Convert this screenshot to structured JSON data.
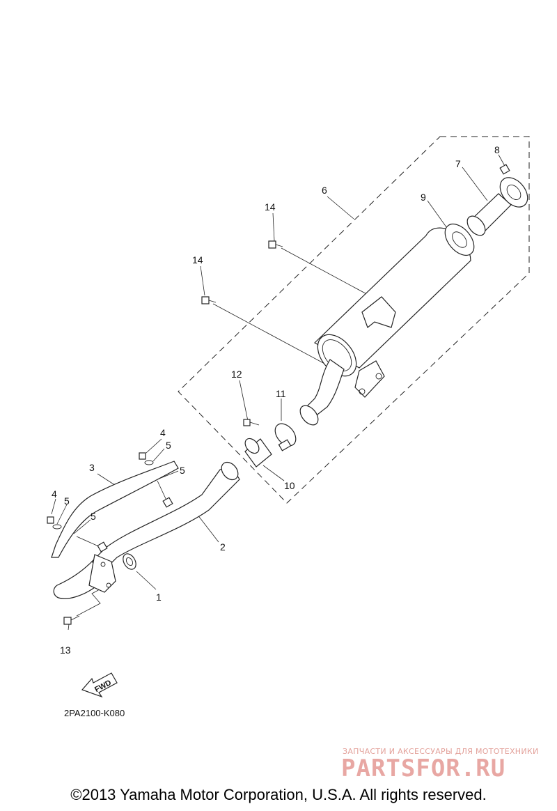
{
  "diagram": {
    "part_numbers": {
      "p1": "1",
      "p2": "2",
      "p3": "3",
      "p4a": "4",
      "p4b": "4",
      "p5a": "5",
      "p5b": "5",
      "p5c": "5",
      "p5d": "5",
      "p6": "6",
      "p7": "7",
      "p8": "8",
      "p9": "9",
      "p10": "10",
      "p11": "11",
      "p12": "12",
      "p13": "13",
      "p14a": "14",
      "p14b": "14"
    },
    "fwd_label": "FWD",
    "diagram_code": "2PA2100-K080"
  },
  "watermark": {
    "tagline": "ЗАПЧАСТИ И АКСЕССУАРЫ ДЛЯ МОТОТЕХНИКИ",
    "brand": "PARTSFOR.RU"
  },
  "footer": {
    "copyright": "©2013 Yamaha Motor Corporation, U.S.A. All rights reserved."
  }
}
